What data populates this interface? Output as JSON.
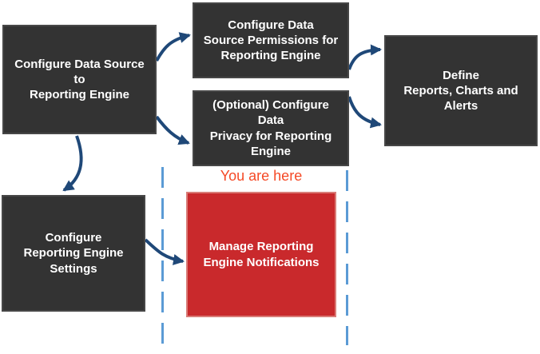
{
  "flowchart": {
    "steps": {
      "configure_data_source": {
        "label": "Configure Data Source to\nReporting Engine"
      },
      "configure_permissions": {
        "label": "Configure Data\nSource Permissions for\nReporting Engine"
      },
      "configure_privacy": {
        "label": "(Optional) Configure Data\nPrivacy for Reporting\nEngine"
      },
      "define_reports": {
        "label": "Define\nReports, Charts and\nAlerts"
      },
      "configure_settings": {
        "label": "Configure\nReporting Engine\nSettings"
      },
      "manage_notifications": {
        "label": "Manage Reporting\nEngine Notifications",
        "current": true
      }
    },
    "annotation": {
      "you_are_here": "You are here"
    },
    "connections": [
      "configure_data_source -> configure_permissions",
      "configure_data_source -> configure_privacy",
      "configure_data_source -> configure_settings",
      "configure_permissions -> define_reports",
      "configure_privacy -> define_reports",
      "configure_settings -> manage_notifications"
    ],
    "colors": {
      "step_box_fill": "#333333",
      "current_step_fill": "#c9292c",
      "box_text": "#ffffff",
      "arrow": "#1f4878",
      "highlight_dashes": "#5b9bd5",
      "annotation_text": "#f54926"
    }
  }
}
